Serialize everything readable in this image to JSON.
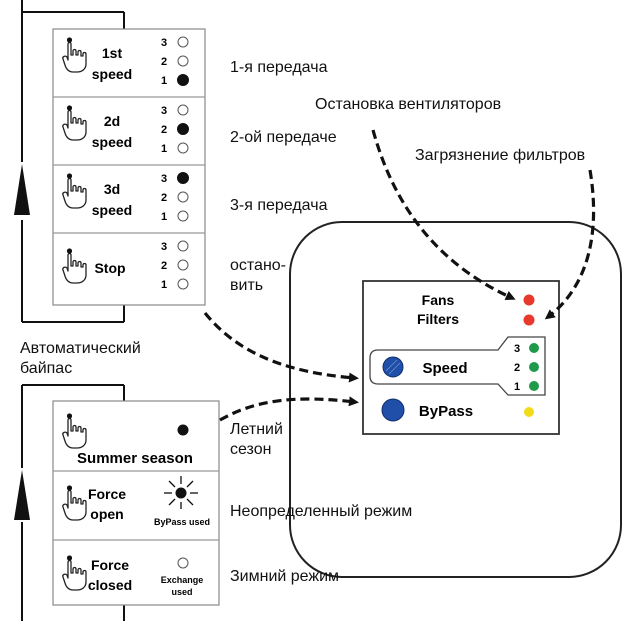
{
  "speed_panel": {
    "rows": [
      {
        "label_line1": "1st",
        "label_line2": "speed",
        "levels": [
          "3",
          "2",
          "1"
        ],
        "active_level": "1",
        "description": "1-я передача"
      },
      {
        "label_line1": "2d",
        "label_line2": "speed",
        "levels": [
          "3",
          "2",
          "1"
        ],
        "active_level": "2",
        "description": "2-ой передаче"
      },
      {
        "label_line1": "3d",
        "label_line2": "speed",
        "levels": [
          "3",
          "2",
          "1"
        ],
        "active_level": "3",
        "description": "3-я передача"
      },
      {
        "label_line1": "Stop",
        "label_line2": "",
        "levels": [
          "3",
          "2",
          "1"
        ],
        "active_level": "",
        "description_line1": "остано-",
        "description_line2": "вить"
      }
    ]
  },
  "bypass_panel": {
    "caption_line1": "Автоматический",
    "caption_line2": "байпас",
    "rows": [
      {
        "label": "Summer season",
        "description_line1": "Летний",
        "description_line2": "сезон"
      },
      {
        "label_line1": "Force",
        "label_line2": "open",
        "indicator_text": "ByPass used",
        "description": "Неопределенный режим"
      },
      {
        "label_line1": "Force",
        "label_line2": "closed",
        "indicator_text_line1": "Exchange",
        "indicator_text_line2": "used",
        "description": "Зимний режим"
      }
    ]
  },
  "annotations": {
    "fans_stop": "Остановка вентиляторов",
    "filters_dirty": "Загрязнение фильтров"
  },
  "control_panel": {
    "fans_label": "Fans",
    "filters_label": "Filters",
    "speed_label": "Speed",
    "speed_levels": [
      "3",
      "2",
      "1"
    ],
    "bypass_label": "ByPass"
  },
  "colors": {
    "led_red": "#e8392c",
    "led_green": "#1f9a4a",
    "led_yellow": "#f2dc1a",
    "button_blue": "#1f4fa8",
    "panel_border": "#444444",
    "cell_border": "#9a9a9a"
  },
  "icons": {
    "hand": "hand-press-icon",
    "arrow_up": "arrow-up-icon",
    "burst": "sun-burst-icon"
  }
}
